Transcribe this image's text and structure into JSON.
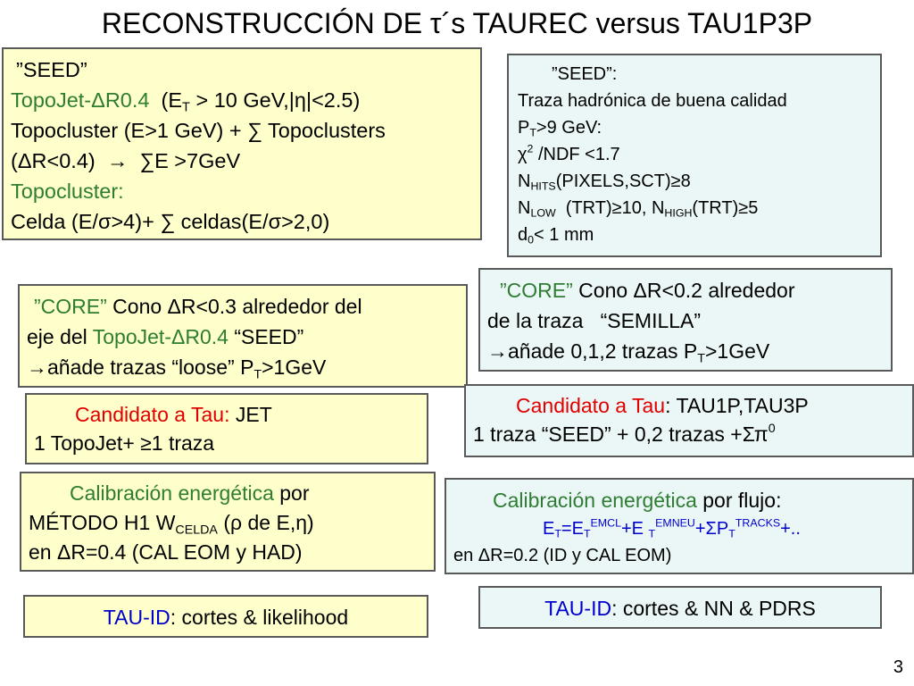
{
  "title": "RECONSTRUCCIÓN DE τ´s TAUREC versus TAU1P3P",
  "colors": {
    "yellow_box": "#ffffcc",
    "blue_box": "#ebf7f7",
    "green": "#2e7d32",
    "red": "#e00000",
    "blue": "#0000cc"
  },
  "left_seed": {
    "l1": "”SEED”",
    "l2_a": "TopoJet-ΔR0.4",
    "l2_b": "  (E",
    "l2_sub": "T",
    "l2_c": " > 10 GeV,|η|<2.5)",
    "l3": "Topocluster (E>1 GeV) + ∑ Topoclusters",
    "l4_a": "(ΔR<0.4)  ",
    "l4_arrow": "→",
    "l4_b": "  ∑E >7GeV",
    "l5": "Topocluster:",
    "l6": "Celda (E/σ>4)+ ∑ celdas(E/σ>2,0)"
  },
  "right_seed": {
    "l1": "”SEED”:",
    "l2": "Traza hadrónica de buena calidad",
    "l3_a": "P",
    "l3_sub": "T",
    "l3_b": ">9 GeV:",
    "l4_chi": "χ",
    "l4_sup": "2",
    "l4_b": " /NDF <1.7",
    "l5_a": "N",
    "l5_sub": "HITS",
    "l5_b": "(PIXELS,SCT)≥8",
    "l6_a": "N",
    "l6_sub1": "LOW",
    "l6_b": "  (TRT)≥10, N",
    "l6_sub2": "HIGH",
    "l6_c": "(TRT)≥5",
    "l7_a": "d",
    "l7_sub": "0",
    "l7_b": "< 1 mm"
  },
  "left_core": {
    "l1_a": "”CORE”",
    "l1_b": " Cono ΔR<0.3 alrededor del",
    "l2_a": "eje del ",
    "l2_green": "TopoJet-ΔR0.4",
    "l2_b": " “SEED”",
    "l3_arrow": "→",
    "l3_a": "añade trazas “loose” P",
    "l3_sub": "T",
    "l3_b": ">1GeV"
  },
  "right_core": {
    "l1_a": "”CORE”",
    "l1_b": " Cono ΔR<0.2 alrededor",
    "l2": "de la traza   “SEMILLA”",
    "l3_arrow": "→",
    "l3_a": "añade 0,1,2 trazas P",
    "l3_sub": "T",
    "l3_b": ">1GeV"
  },
  "left_cand": {
    "l1_red": "Candidato a Tau:",
    "l1_b": " JET",
    "l2": "1 TopoJet+ ≥1 traza"
  },
  "right_cand": {
    "l1_red": "Candidato a Tau",
    "l1_b": ": TAU1P,TAU3P",
    "l2_a": "1 traza “SEED” + 0,2 trazas +",
    "l2_sigma": "Σπ",
    "l2_sup": "0"
  },
  "left_calib": {
    "l1_green": "Calibración energética",
    "l1_b": " por",
    "l2_a": "MÉTODO H1 W",
    "l2_sub": "CELDA",
    "l2_b": " (",
    "l2_rho": "ρ",
    "l2_c": " de E,η)",
    "l3": "en ΔR=0.4 (CAL EOM y HAD)"
  },
  "right_calib": {
    "l1_green": "Calibración energética",
    "l1_b": " por flujo:",
    "l2_a": "E",
    "l2_sub1": "T",
    "l2_b": "=E",
    "l2_sub2": "T",
    "l2_sup2": "EMCL",
    "l2_c": "+E ",
    "l2_sub3": "T",
    "l2_sup3": "EMNEU",
    "l2_d": "+ΣP",
    "l2_sub4": "T",
    "l2_sup4": "TRACKS",
    "l2_e": "+..",
    "l3": "en ΔR=0.2 (ID y CAL EOM)"
  },
  "left_tauid": {
    "a": "TAU-ID",
    "b": ": cortes & likelihood"
  },
  "right_tauid": {
    "a": "TAU-ID",
    "b": ": cortes & NN & PDRS"
  },
  "page_number": "3"
}
